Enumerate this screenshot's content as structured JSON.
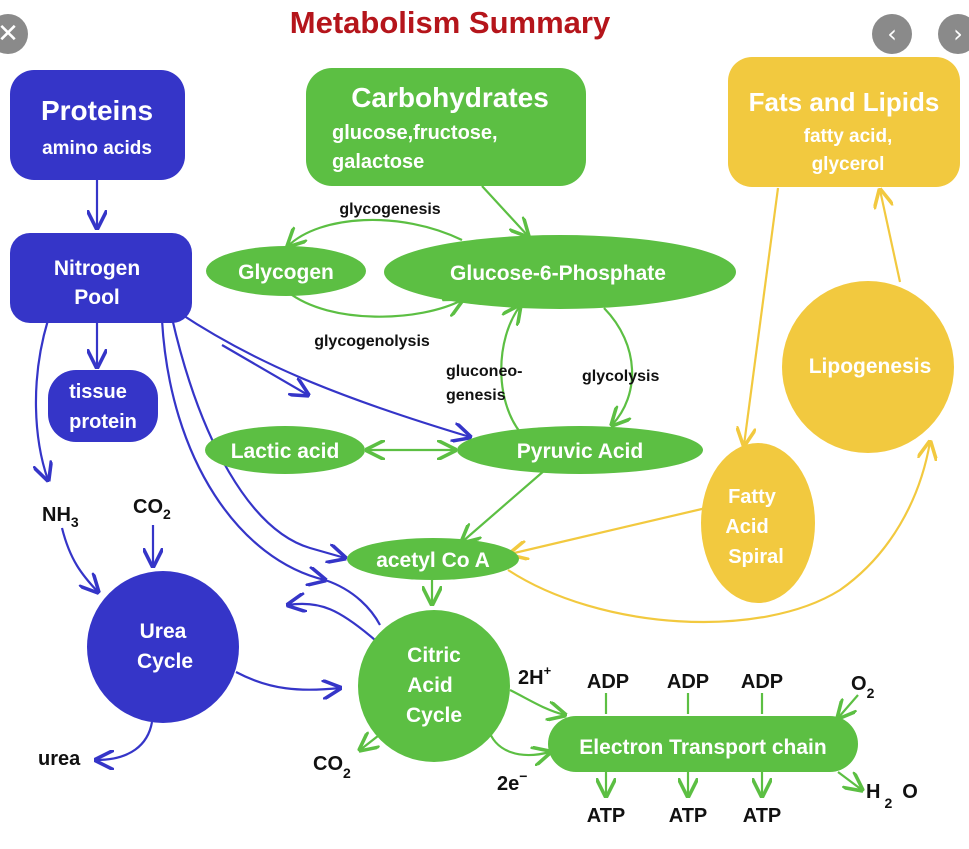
{
  "title": "Metabolism Summary",
  "colors": {
    "blue": "#3535c8",
    "green": "#5cbf43",
    "yellow": "#f2c93f",
    "title_red": "#b5151b",
    "white": "#ffffff",
    "gray": "#8a8a8a"
  },
  "nodes": {
    "proteins": {
      "title": "Proteins",
      "sub": "amino acids"
    },
    "carbs": {
      "title": "Carbohydrates",
      "sub1": "glucose,fructose,",
      "sub2": "galactose"
    },
    "fats": {
      "title": "Fats and Lipids",
      "sub1": "fatty acid,",
      "sub2": "glycerol"
    },
    "nitrogen_pool": {
      "l1": "Nitrogen",
      "l2": "Pool"
    },
    "tissue_protein": {
      "l1": "tissue",
      "l2": "protein"
    },
    "glycogen": "Glycogen",
    "g6p": "Glucose-6-Phosphate",
    "lactic": "Lactic acid",
    "pyruvic": "Pyruvic Acid",
    "acetyl": "acetyl Co A",
    "lipogenesis": "Lipogenesis",
    "fatty_spiral": {
      "l1": "Fatty",
      "l2": "Acid",
      "l3": "Spiral"
    },
    "urea_cycle": {
      "l1": "Urea",
      "l2": "Cycle"
    },
    "citric": {
      "l1": "Citric",
      "l2": "Acid",
      "l3": "Cycle"
    },
    "etc": "Electron Transport chain"
  },
  "labels": {
    "glycogenesis": "glycogenesis",
    "glycogenolysis": "glycogenolysis",
    "gluconeo1": "gluconeo-",
    "gluconeo2": "genesis",
    "glycolysis": "glycolysis",
    "nh": "NH",
    "nh_sub": "3",
    "co": "CO",
    "co_sub": "2",
    "co2b": "CO",
    "co2b_sub": "2",
    "urea": "urea",
    "h2": "2H",
    "h2_sup": "+",
    "e2": "2e",
    "e2_sup": "−",
    "adp": "ADP",
    "atp": "ATP",
    "o": "O",
    "o_sub": "2",
    "h2o_h": "H",
    "h2o_2": "2",
    "h2o_o": "O"
  },
  "nav": {
    "close_icon": "close-icon",
    "prev_icon": "chevron-left-icon",
    "next_icon": "chevron-right-icon",
    "close": "✕",
    "prev": "‹",
    "next": "›"
  }
}
